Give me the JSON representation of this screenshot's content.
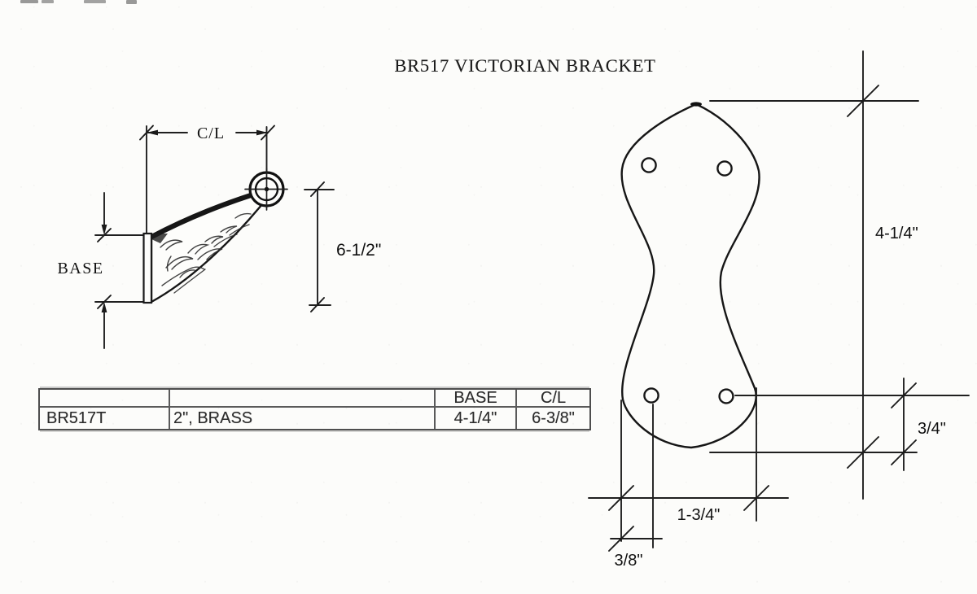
{
  "title": "BR517 VICTORIAN BRACKET",
  "side_view": {
    "cl_label": "C/L",
    "base_label": "BASE",
    "height_dim": "6-1/2\""
  },
  "front_view": {
    "height_dim": "4-1/4\"",
    "bottom_offset_dim": "3/4\"",
    "hole_spacing_dim": "1-3/4\"",
    "edge_offset_dim": "3/8\""
  },
  "spec_table": {
    "headers": {
      "base": "BASE",
      "cl": "C/L"
    },
    "row": {
      "part_number": "BR517T",
      "size_material": "2\", BRASS",
      "base": "4-1/4\"",
      "cl": "6-3/8\""
    }
  }
}
